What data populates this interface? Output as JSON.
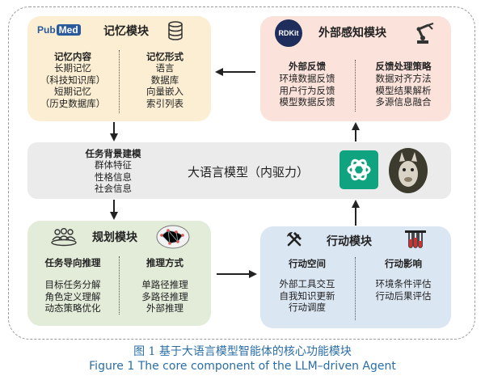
{
  "memory": {
    "logo": "PubMed",
    "title": "记忆模块",
    "left_head": "记忆内容",
    "left_lines": [
      "长期记忆",
      "（科技知识库）",
      "短期记忆",
      "（历史数据库）"
    ],
    "right_head": "记忆形式",
    "right_lines": [
      "语言",
      "数据库",
      "向量嵌入",
      "索引列表"
    ],
    "color": "#fbeed2"
  },
  "perception": {
    "logo": "RDKit",
    "title": "外部感知模块",
    "left_head": "外部反馈",
    "left_lines": [
      "环境数据反馈",
      "用户行为反馈",
      "模型数据反馈"
    ],
    "right_head": "反馈处理策略",
    "right_lines": [
      "数据对齐方法",
      "模型结果解析",
      "多源信息融合"
    ],
    "color": "#fbe3db"
  },
  "llm": {
    "task_head": "任务背景建模",
    "task_lines": [
      "群体特征",
      "性格信息",
      "社会信息"
    ],
    "title": "大语言模型（内驱力）",
    "color": "#ebebeb"
  },
  "planning": {
    "title": "规划模块",
    "left_head": "任务导向推理",
    "left_lines": [
      "目标任务分解",
      "角色定义理解",
      "动态策略优化"
    ],
    "right_head": "推理方式",
    "right_lines": [
      "单路径推理",
      "多路径推理",
      "外部推理"
    ],
    "color": "#e2ecd9"
  },
  "action": {
    "title": "行动模块",
    "left_head": "行动空间",
    "left_lines": [
      "外部工具交互",
      "自我知识更新",
      "行动调度"
    ],
    "right_head": "行动影响",
    "right_lines": [
      "环境条件评估",
      "行动后果评估"
    ],
    "color": "#dbe6f3"
  },
  "caption": {
    "zh": "图 1  基于大语言模型智能体的核心功能模块",
    "en": "Figure 1  The core component of the LLM–driven Agent"
  }
}
